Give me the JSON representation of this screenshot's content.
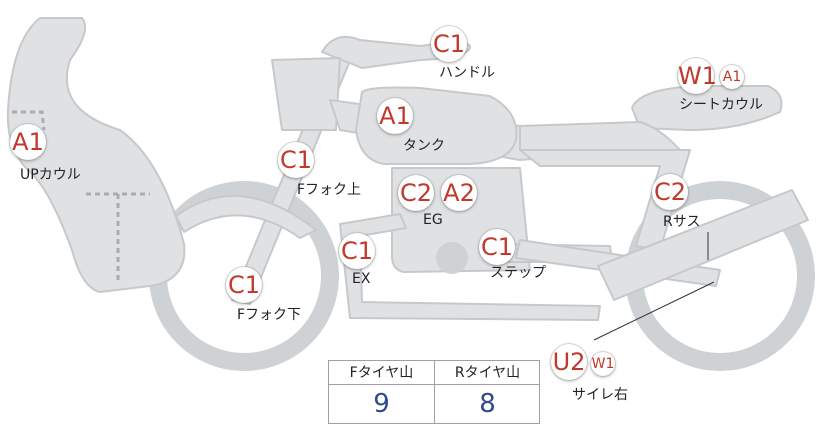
{
  "parts": {
    "up_cowl": {
      "label": "UPカウル",
      "badges": [
        "A1"
      ]
    },
    "front_fork_lower": {
      "label": "Fフォク下",
      "badges": [
        "C1"
      ]
    },
    "front_fork_upper": {
      "label": "Fフォク上",
      "badges": [
        "C1"
      ]
    },
    "handle": {
      "label": "ハンドル",
      "badges": [
        "C1"
      ]
    },
    "tank": {
      "label": "タンク",
      "badges": [
        "A1"
      ]
    },
    "engine": {
      "label": "EG",
      "badges": [
        "C2",
        "A2"
      ]
    },
    "exhaust": {
      "label": "EX",
      "badges": [
        "C1"
      ]
    },
    "step": {
      "label": "ステップ",
      "badges": [
        "C1"
      ]
    },
    "seat_cowl": {
      "label": "シートカウル",
      "badges": [
        "W1",
        "A1"
      ]
    },
    "rear_suspension": {
      "label": "Rサス",
      "badges": [
        "C2"
      ]
    },
    "silencer_right": {
      "label": "サイレ右",
      "badges": [
        "U2",
        "W1"
      ]
    }
  },
  "tire_table": {
    "front_header": "Fタイヤ山",
    "rear_header": "Rタイヤ山",
    "front_value": "9",
    "rear_value": "8"
  },
  "colors": {
    "badge_text": "#c0392b",
    "bike_fill": "#dfe1e3",
    "bike_stroke": "#c4c7ca",
    "table_value": "#2f4a8a"
  }
}
